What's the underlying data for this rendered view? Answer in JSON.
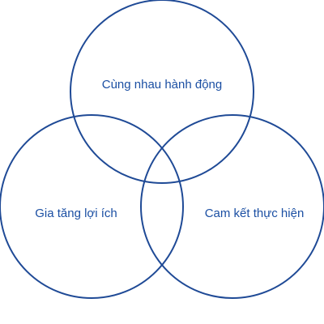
{
  "diagram": {
    "type": "venn",
    "sets": [
      {
        "label": "Cùng nhau hành động"
      },
      {
        "label": "Gia tăng lợi ích"
      },
      {
        "label": "Cam kết thực hiện"
      }
    ]
  },
  "colors": {
    "stroke": "#1f4a96",
    "text": "#1b4fa3",
    "background": "#ffffff"
  }
}
